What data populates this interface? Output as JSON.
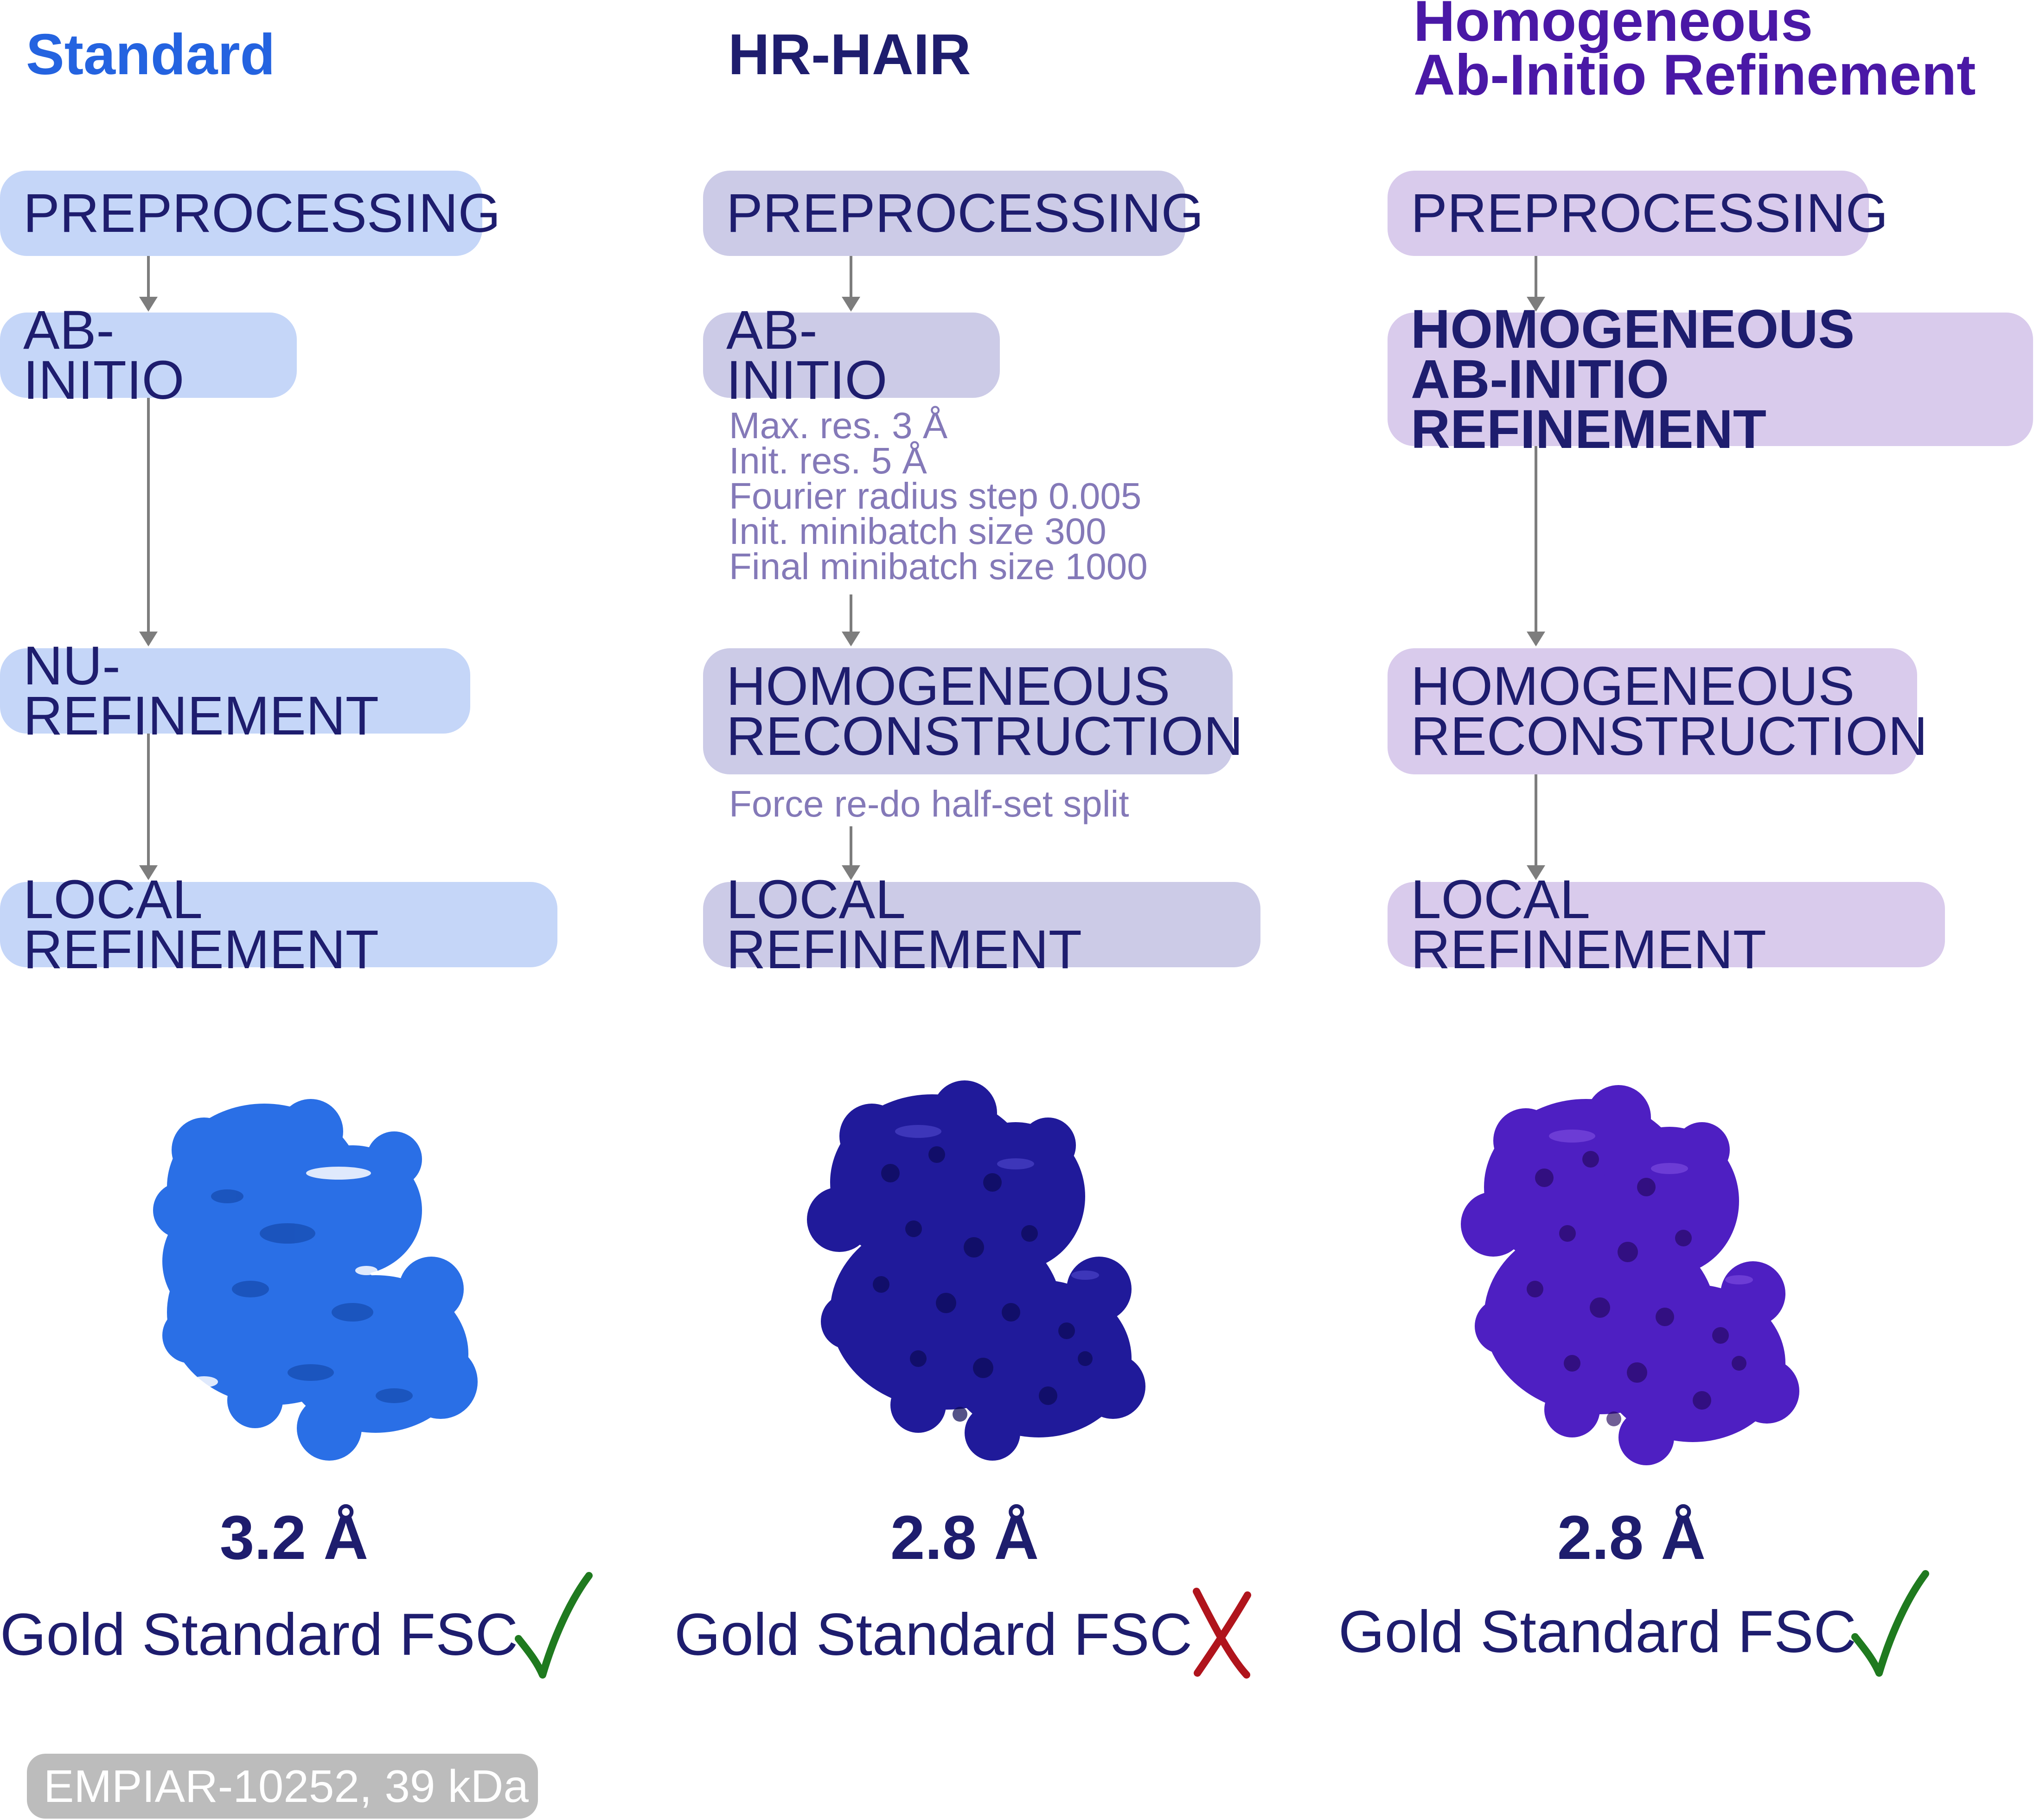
{
  "colors": {
    "standard_title": "#2463e0",
    "standard_box": "#c5d6f8",
    "standard_text": "#1e1d6e",
    "hrhair_title": "#1e1d6e",
    "hrhair_box": "#cccbe7",
    "homog_title": "#4a18a6",
    "homog_box": "#d9cbec",
    "param_text": "#8479b8",
    "arrow": "#7d7d7d",
    "check": "#1f7a1f",
    "cross": "#b0141c",
    "map_standard": "#2a6fe6",
    "map_hrhair": "#201a9a",
    "map_homog": "#4e1fc2",
    "footer_bg": "#bcbcbc"
  },
  "columns": {
    "standard": {
      "title": "Standard",
      "steps": [
        "PREPROCESSING",
        "AB-INITIO",
        "NU-REFINEMENT",
        "LOCAL REFINEMENT"
      ],
      "resolution": "3.2 Å",
      "fsc_label": "Gold Standard FSC",
      "fsc_status": "check-icon"
    },
    "hrhair": {
      "title": "HR-HAIR",
      "steps": [
        "PREPROCESSING",
        "AB-INITIO",
        "HOMOGENEOUS\nRECONSTRUCTION",
        "LOCAL REFINEMENT"
      ],
      "abinitio_params": "Max. res. 3 Å\nInit. res. 5 Å\nFourier radius step 0.005\nInit. minibatch size 300\nFinal  minibatch size 1000",
      "reconstruction_note": "Force re-do half-set split",
      "resolution": "2.8 Å",
      "fsc_label": "Gold Standard FSC",
      "fsc_status": "cross-icon"
    },
    "homog": {
      "title": "Homogeneous\nAb-Initio Refinement",
      "steps": [
        "PREPROCESSING",
        "HOMOGENEOUS\nAB-INITIO REFINEMENT",
        "HOMOGENEOUS\nRECONSTRUCTION",
        "LOCAL REFINEMENT"
      ],
      "resolution": "2.8 Å",
      "fsc_label": "Gold Standard FSC",
      "fsc_status": "check-icon"
    }
  },
  "footer": "EMPIAR-10252, 39 kDa"
}
